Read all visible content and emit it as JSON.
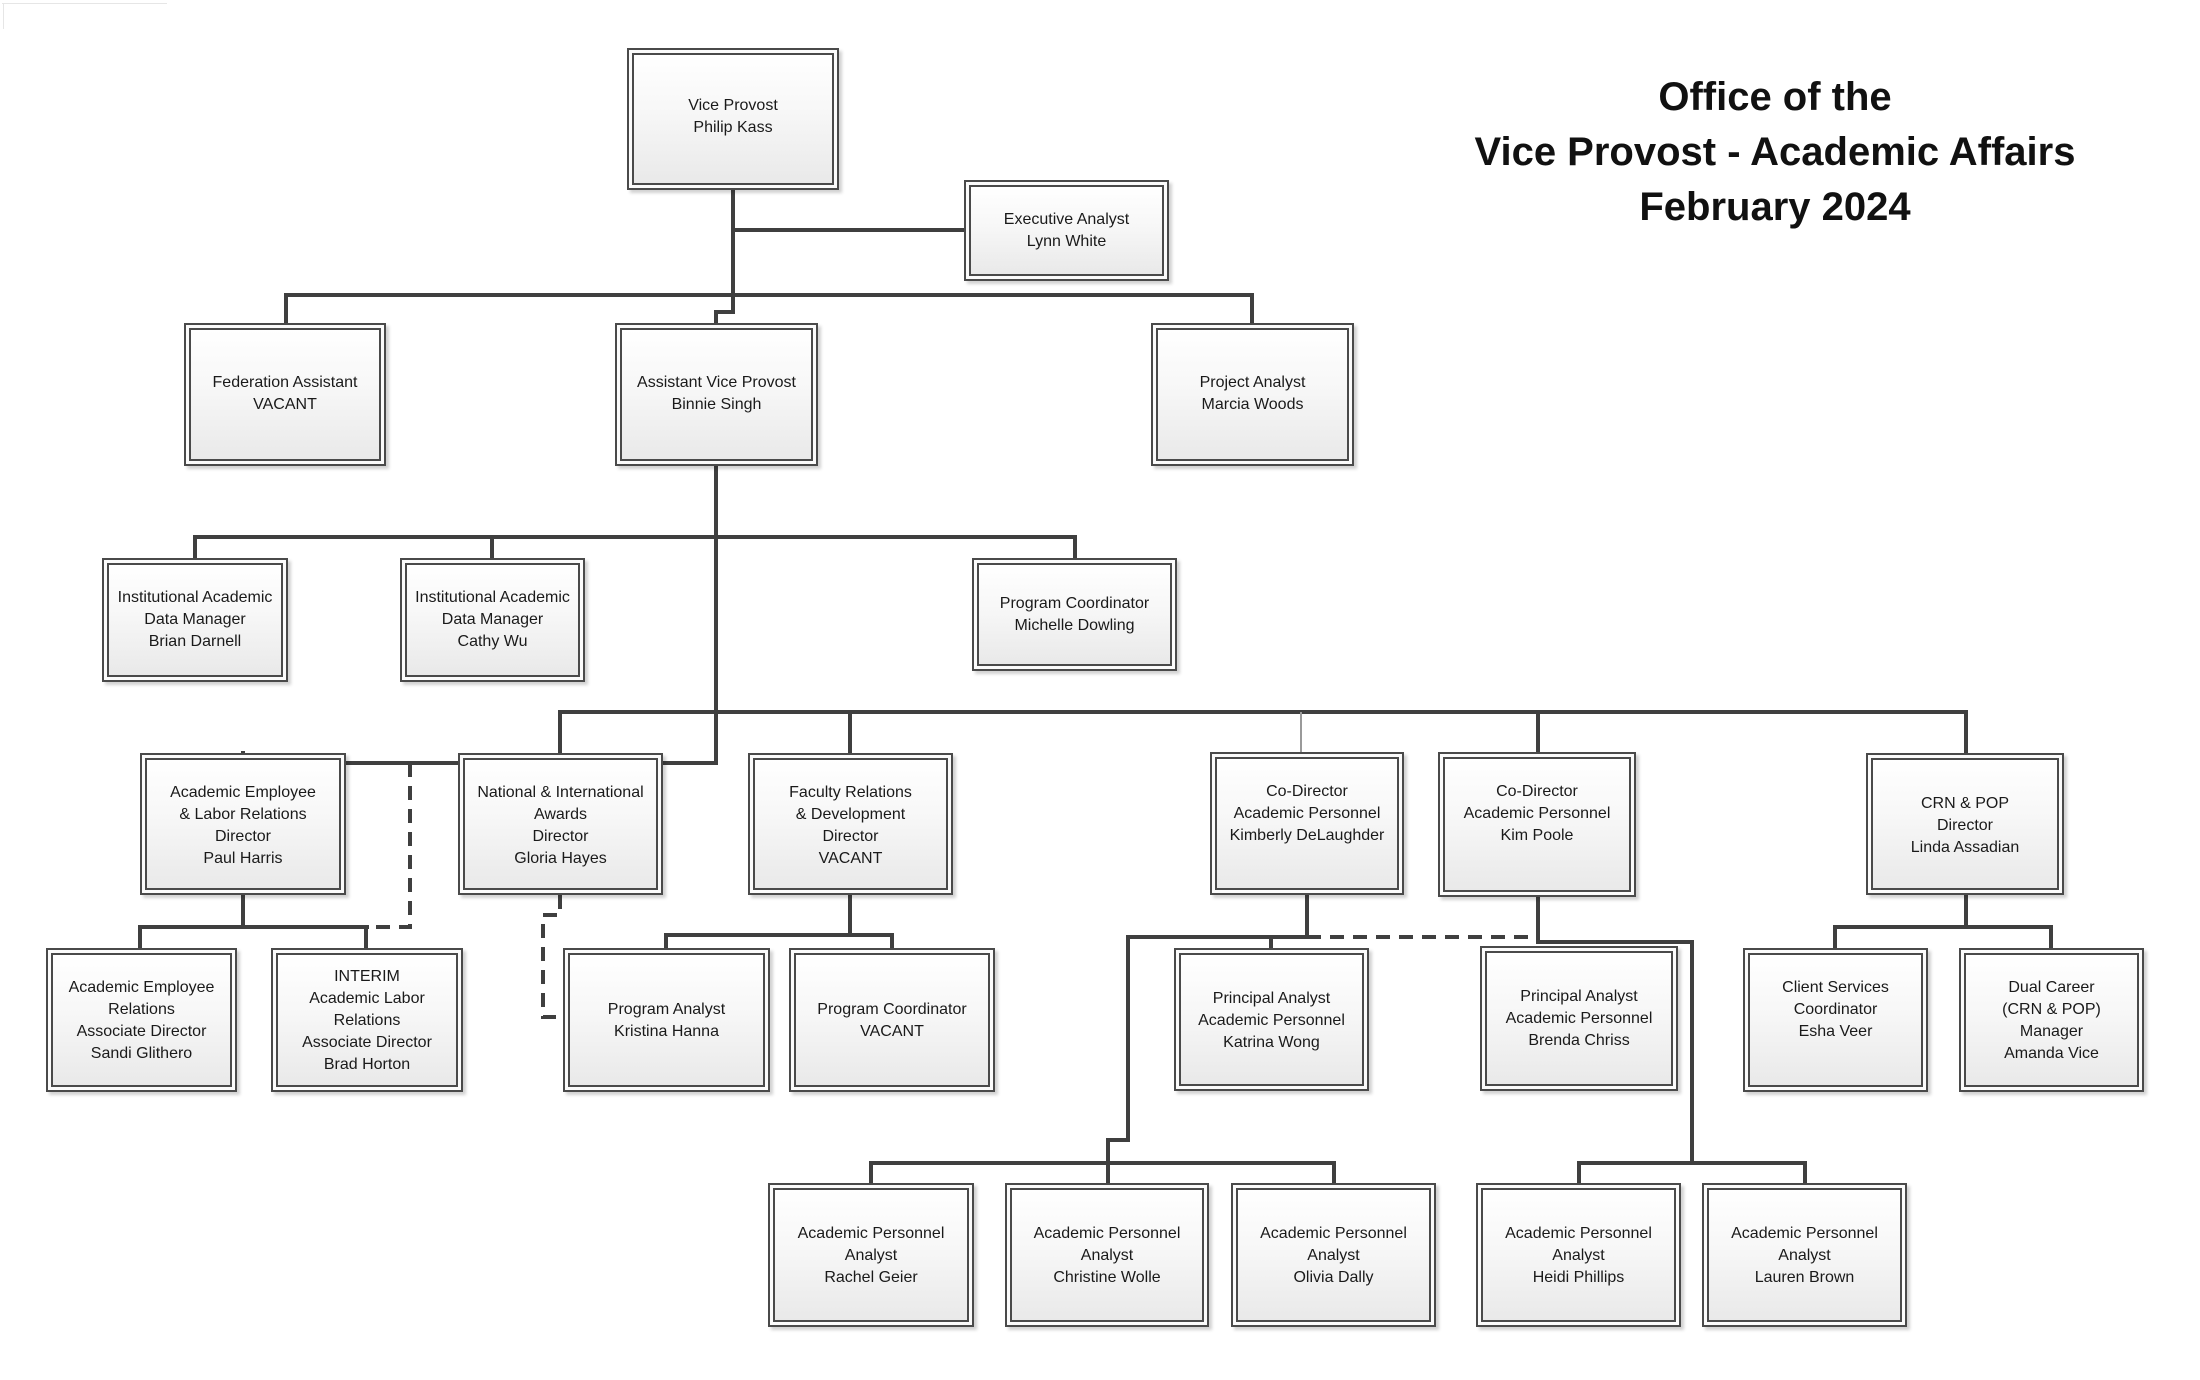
{
  "title": {
    "line1": "Office of the",
    "line2": "Vice Provost - Academic Affairs",
    "line3": "February 2024"
  },
  "nodes": {
    "vice_provost": {
      "lines": [
        "Vice Provost",
        "Philip Kass"
      ]
    },
    "executive_analyst": {
      "lines": [
        "Executive Analyst",
        "Lynn White"
      ]
    },
    "federation_assistant": {
      "lines": [
        "Federation Assistant",
        "VACANT"
      ]
    },
    "assistant_vice_provost": {
      "lines": [
        "Assistant Vice Provost",
        "Binnie Singh"
      ]
    },
    "project_analyst": {
      "lines": [
        "Project Analyst",
        "Marcia Woods"
      ]
    },
    "data_manager_brian": {
      "lines": [
        "Institutional Academic",
        "Data Manager",
        "Brian Darnell"
      ]
    },
    "data_manager_cathy": {
      "lines": [
        "Institutional Academic",
        "Data Manager",
        "Cathy Wu"
      ]
    },
    "program_coordinator_michelle": {
      "lines": [
        "Program Coordinator",
        "Michelle Dowling"
      ]
    },
    "aelr_director": {
      "lines": [
        "Academic Employee",
        "& Labor Relations",
        "Director",
        "Paul Harris"
      ]
    },
    "awards_director": {
      "lines": [
        "National & International",
        "Awards",
        "Director",
        "Gloria Hayes"
      ]
    },
    "faculty_relations_director": {
      "lines": [
        "Faculty Relations",
        "& Development",
        "Director",
        "VACANT"
      ]
    },
    "codirector_kimberly": {
      "lines": [
        "Co-Director",
        "Academic Personnel",
        "Kimberly DeLaughder"
      ]
    },
    "codirector_kim": {
      "lines": [
        "Co-Director",
        "Academic Personnel",
        "Kim Poole"
      ]
    },
    "crn_pop_director": {
      "lines": [
        "CRN & POP",
        "Director",
        "Linda Assadian"
      ]
    },
    "aer_assoc_director": {
      "lines": [
        "Academic Employee",
        "Relations",
        "Associate Director",
        "Sandi Glithero"
      ]
    },
    "alr_assoc_director": {
      "lines": [
        "INTERIM",
        "Academic Labor",
        "Relations",
        "Associate Director",
        "Brad Horton"
      ]
    },
    "program_analyst_kristina": {
      "lines": [
        "Program Analyst",
        "Kristina Hanna"
      ]
    },
    "program_coordinator_vacant": {
      "lines": [
        "Program Coordinator",
        "VACANT"
      ]
    },
    "principal_analyst_katrina": {
      "lines": [
        "Principal Analyst",
        "Academic Personnel",
        "Katrina Wong"
      ]
    },
    "principal_analyst_brenda": {
      "lines": [
        "Principal Analyst",
        "Academic Personnel",
        "Brenda Chriss"
      ]
    },
    "client_services_esha": {
      "lines": [
        "Client Services",
        "Coordinator",
        "Esha Veer"
      ]
    },
    "dual_career_amanda": {
      "lines": [
        "Dual Career",
        "(CRN & POP)",
        "Manager",
        "Amanda Vice"
      ]
    },
    "ap_analyst_rachel": {
      "lines": [
        "Academic Personnel",
        "Analyst",
        "Rachel Geier"
      ]
    },
    "ap_analyst_christine": {
      "lines": [
        "Academic Personnel",
        "Analyst",
        "Christine Wolle"
      ]
    },
    "ap_analyst_olivia": {
      "lines": [
        "Academic Personnel",
        "Analyst",
        "Olivia Dally"
      ]
    },
    "ap_analyst_heidi": {
      "lines": [
        "Academic Personnel",
        "Analyst",
        "Heidi Phillips"
      ]
    },
    "ap_analyst_lauren": {
      "lines": [
        "Academic Personnel",
        "Analyst",
        "Lauren Brown"
      ]
    }
  },
  "colors": {
    "connector": "#3f3f3f",
    "connector_thin": "#9a9a9a",
    "box_border": "#4a4a4a",
    "box_fill_top": "#ffffff",
    "box_fill_bottom": "#e9e9e9"
  }
}
